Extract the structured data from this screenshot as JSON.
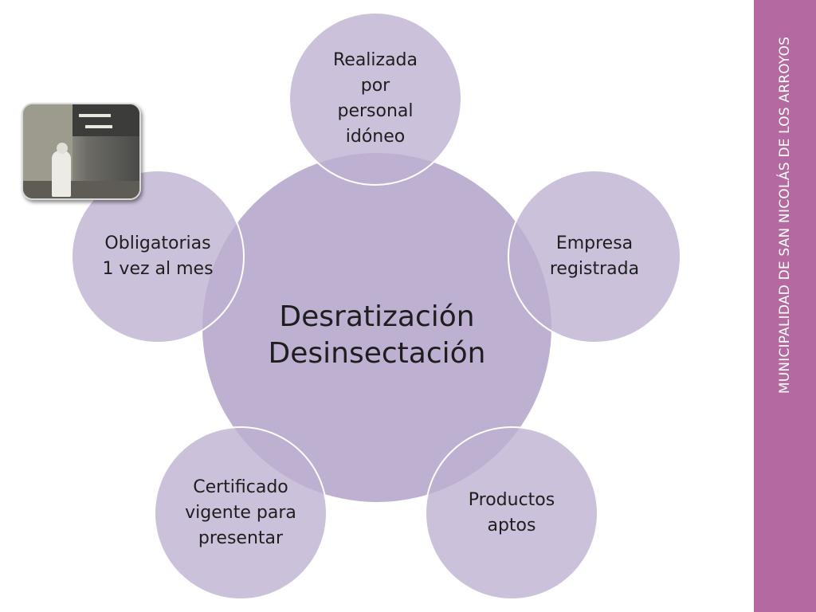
{
  "diagram": {
    "center": {
      "line1": "Desratización",
      "line2": "Desinsectación"
    },
    "nodes": {
      "top": [
        "Realizada",
        "por",
        "personal",
        "idóneo"
      ],
      "right": [
        "Empresa",
        "registrada"
      ],
      "bottom_right": [
        "Productos",
        "aptos"
      ],
      "bottom_left": [
        "Certificado",
        "vigente para",
        "presentar"
      ],
      "left": [
        "Obligatorias",
        "1 vez al mes"
      ]
    }
  },
  "sidebar": {
    "text": "MUNICIPALIDAD DE SAN NICOLÁS DE LOS ARROYOS"
  },
  "colors": {
    "circle_fill": "#beb0d1",
    "sidebar": "#b46aa0",
    "text": "#1e1e1e"
  }
}
